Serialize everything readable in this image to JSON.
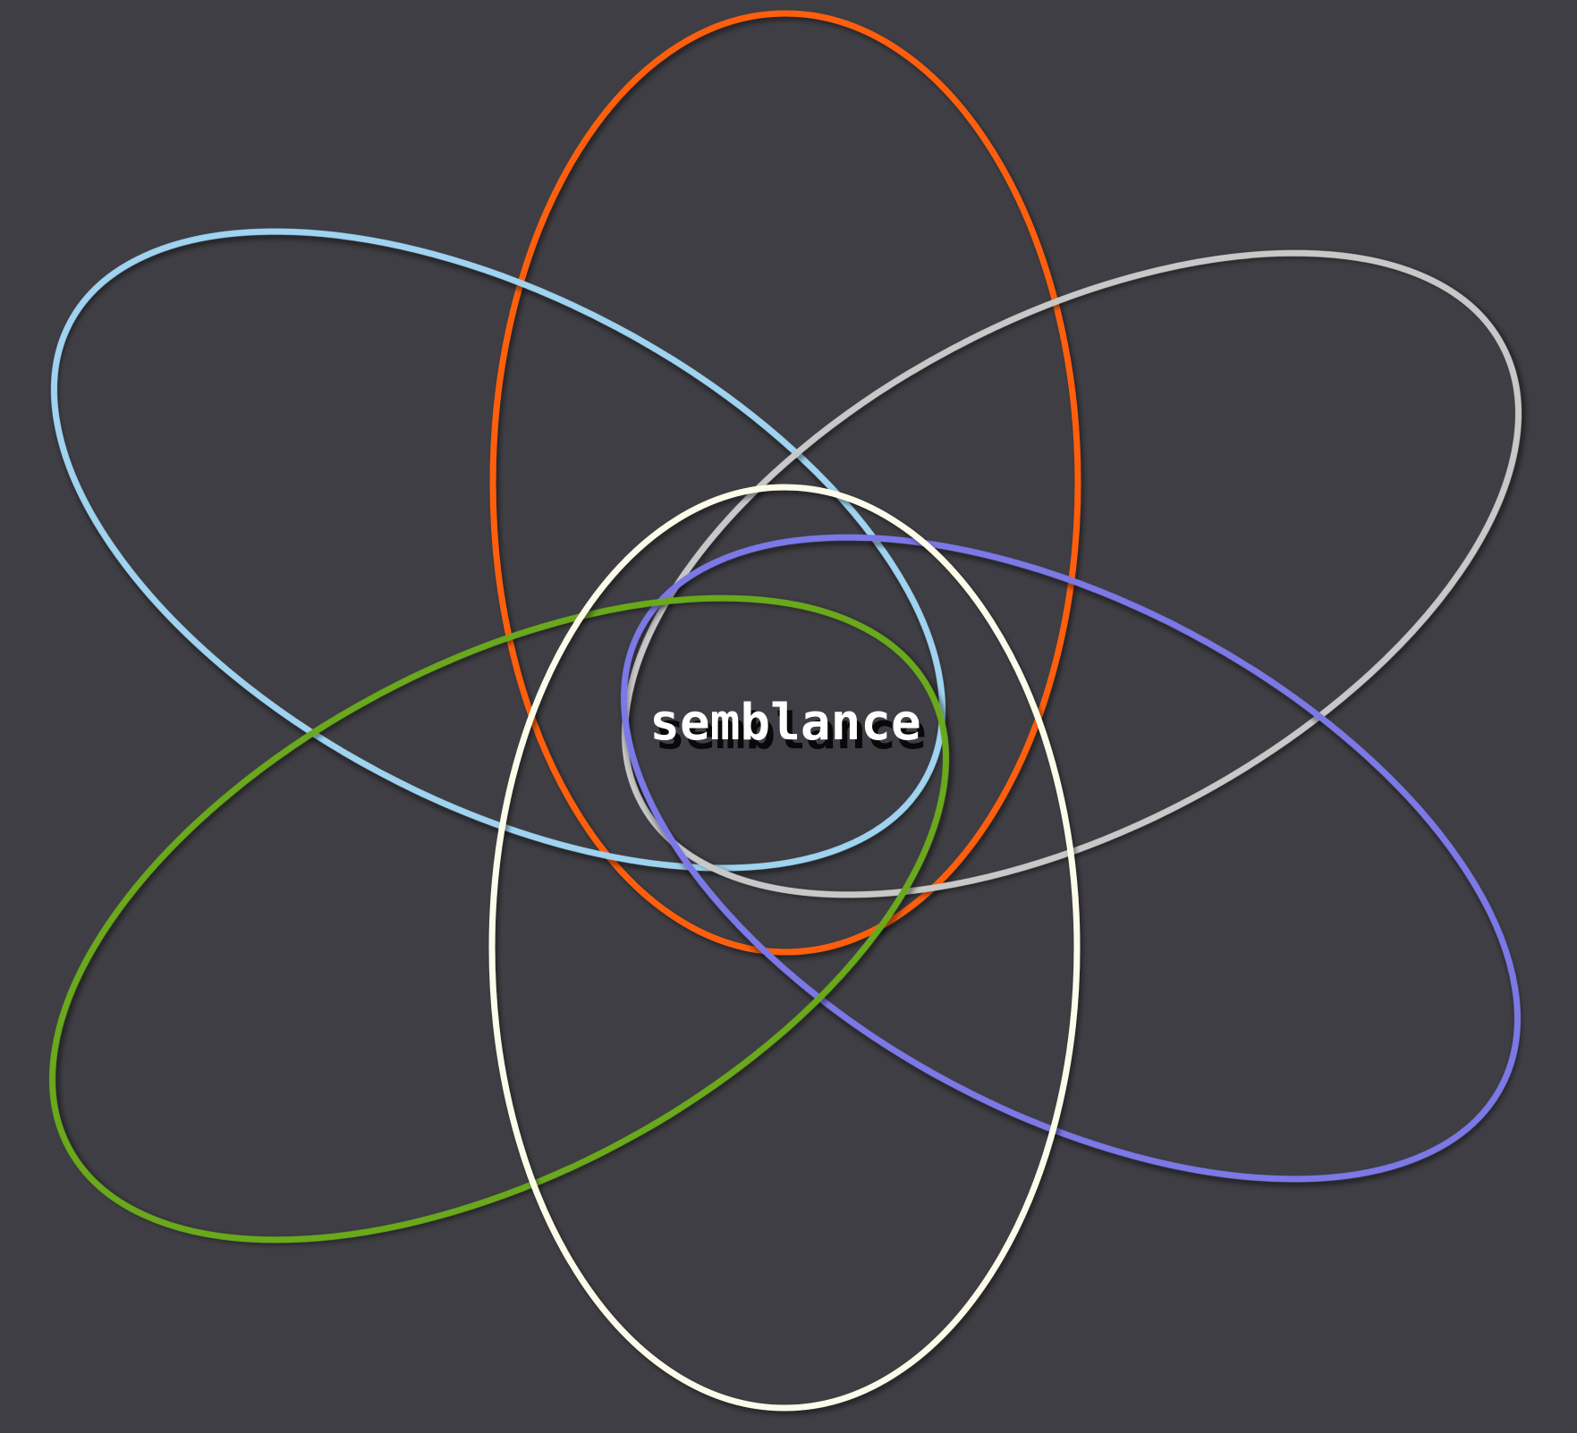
{
  "background_color": "#3e3e44",
  "logo": {
    "text": "semblance",
    "text_color": "#ffffff",
    "shadow_color": "#000000"
  },
  "orbits": [
    {
      "name": "orange-orbit",
      "color": "#ff5f0f"
    },
    {
      "name": "light-blue-orbit",
      "color": "#9fd3f0"
    },
    {
      "name": "silver-orbit",
      "color": "#c8c8c8"
    },
    {
      "name": "violet-orbit",
      "color": "#7b78e6"
    },
    {
      "name": "green-orbit",
      "color": "#6aa81e"
    },
    {
      "name": "cream-orbit",
      "color": "#fdfbea"
    }
  ]
}
